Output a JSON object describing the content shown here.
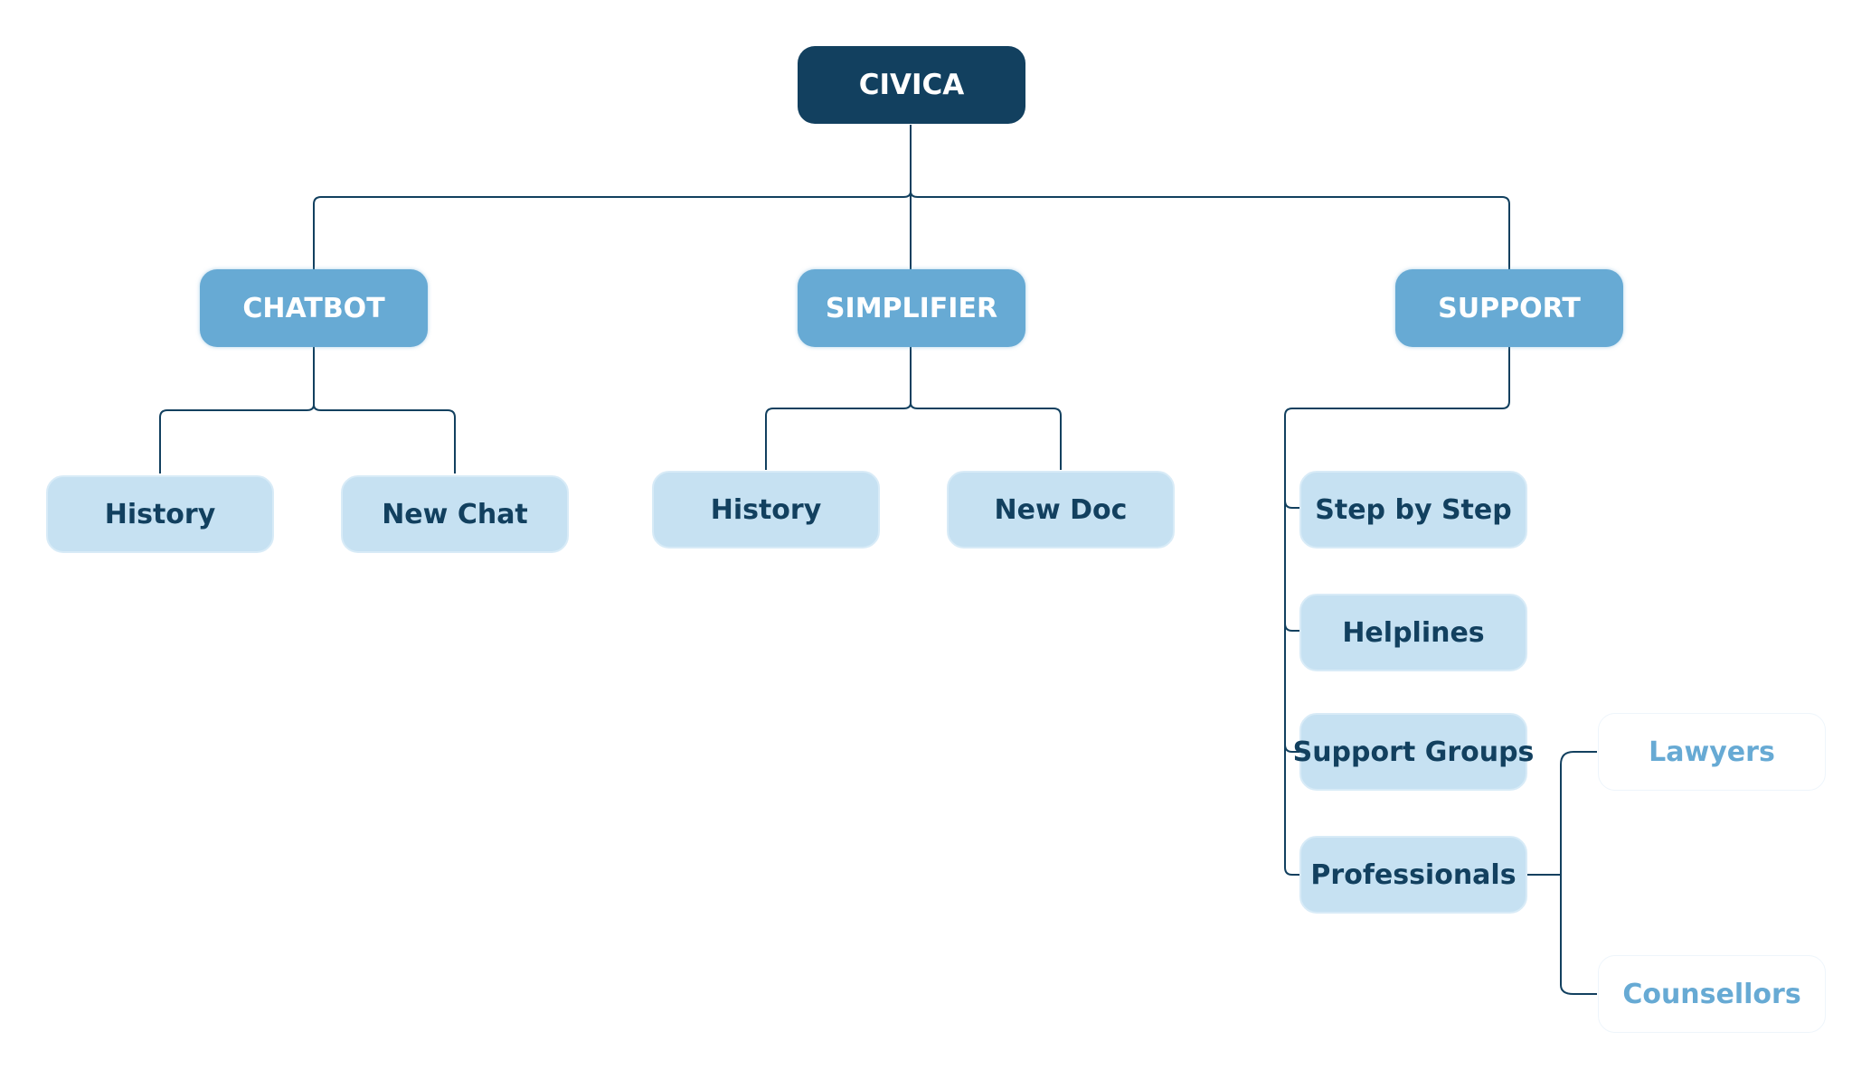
{
  "root": {
    "label": "CIVICA"
  },
  "branches": [
    {
      "label": "CHATBOT",
      "children": [
        "History",
        "New Chat"
      ]
    },
    {
      "label": "SIMPLIFIER",
      "children": [
        "History",
        "New Doc"
      ]
    },
    {
      "label": "SUPPORT",
      "children": [
        "Step by Step",
        "Helplines",
        "Support Groups",
        "Professionals"
      ]
    }
  ],
  "professionals_children": [
    "Lawyers",
    "Counsellors"
  ],
  "colors": {
    "root": "#12405f",
    "branch": "#67aad4",
    "leaf": "#c6e1f2",
    "leaf_text": "#12405f",
    "sub_leaf_text": "#67aad4",
    "connector": "#12405f"
  }
}
